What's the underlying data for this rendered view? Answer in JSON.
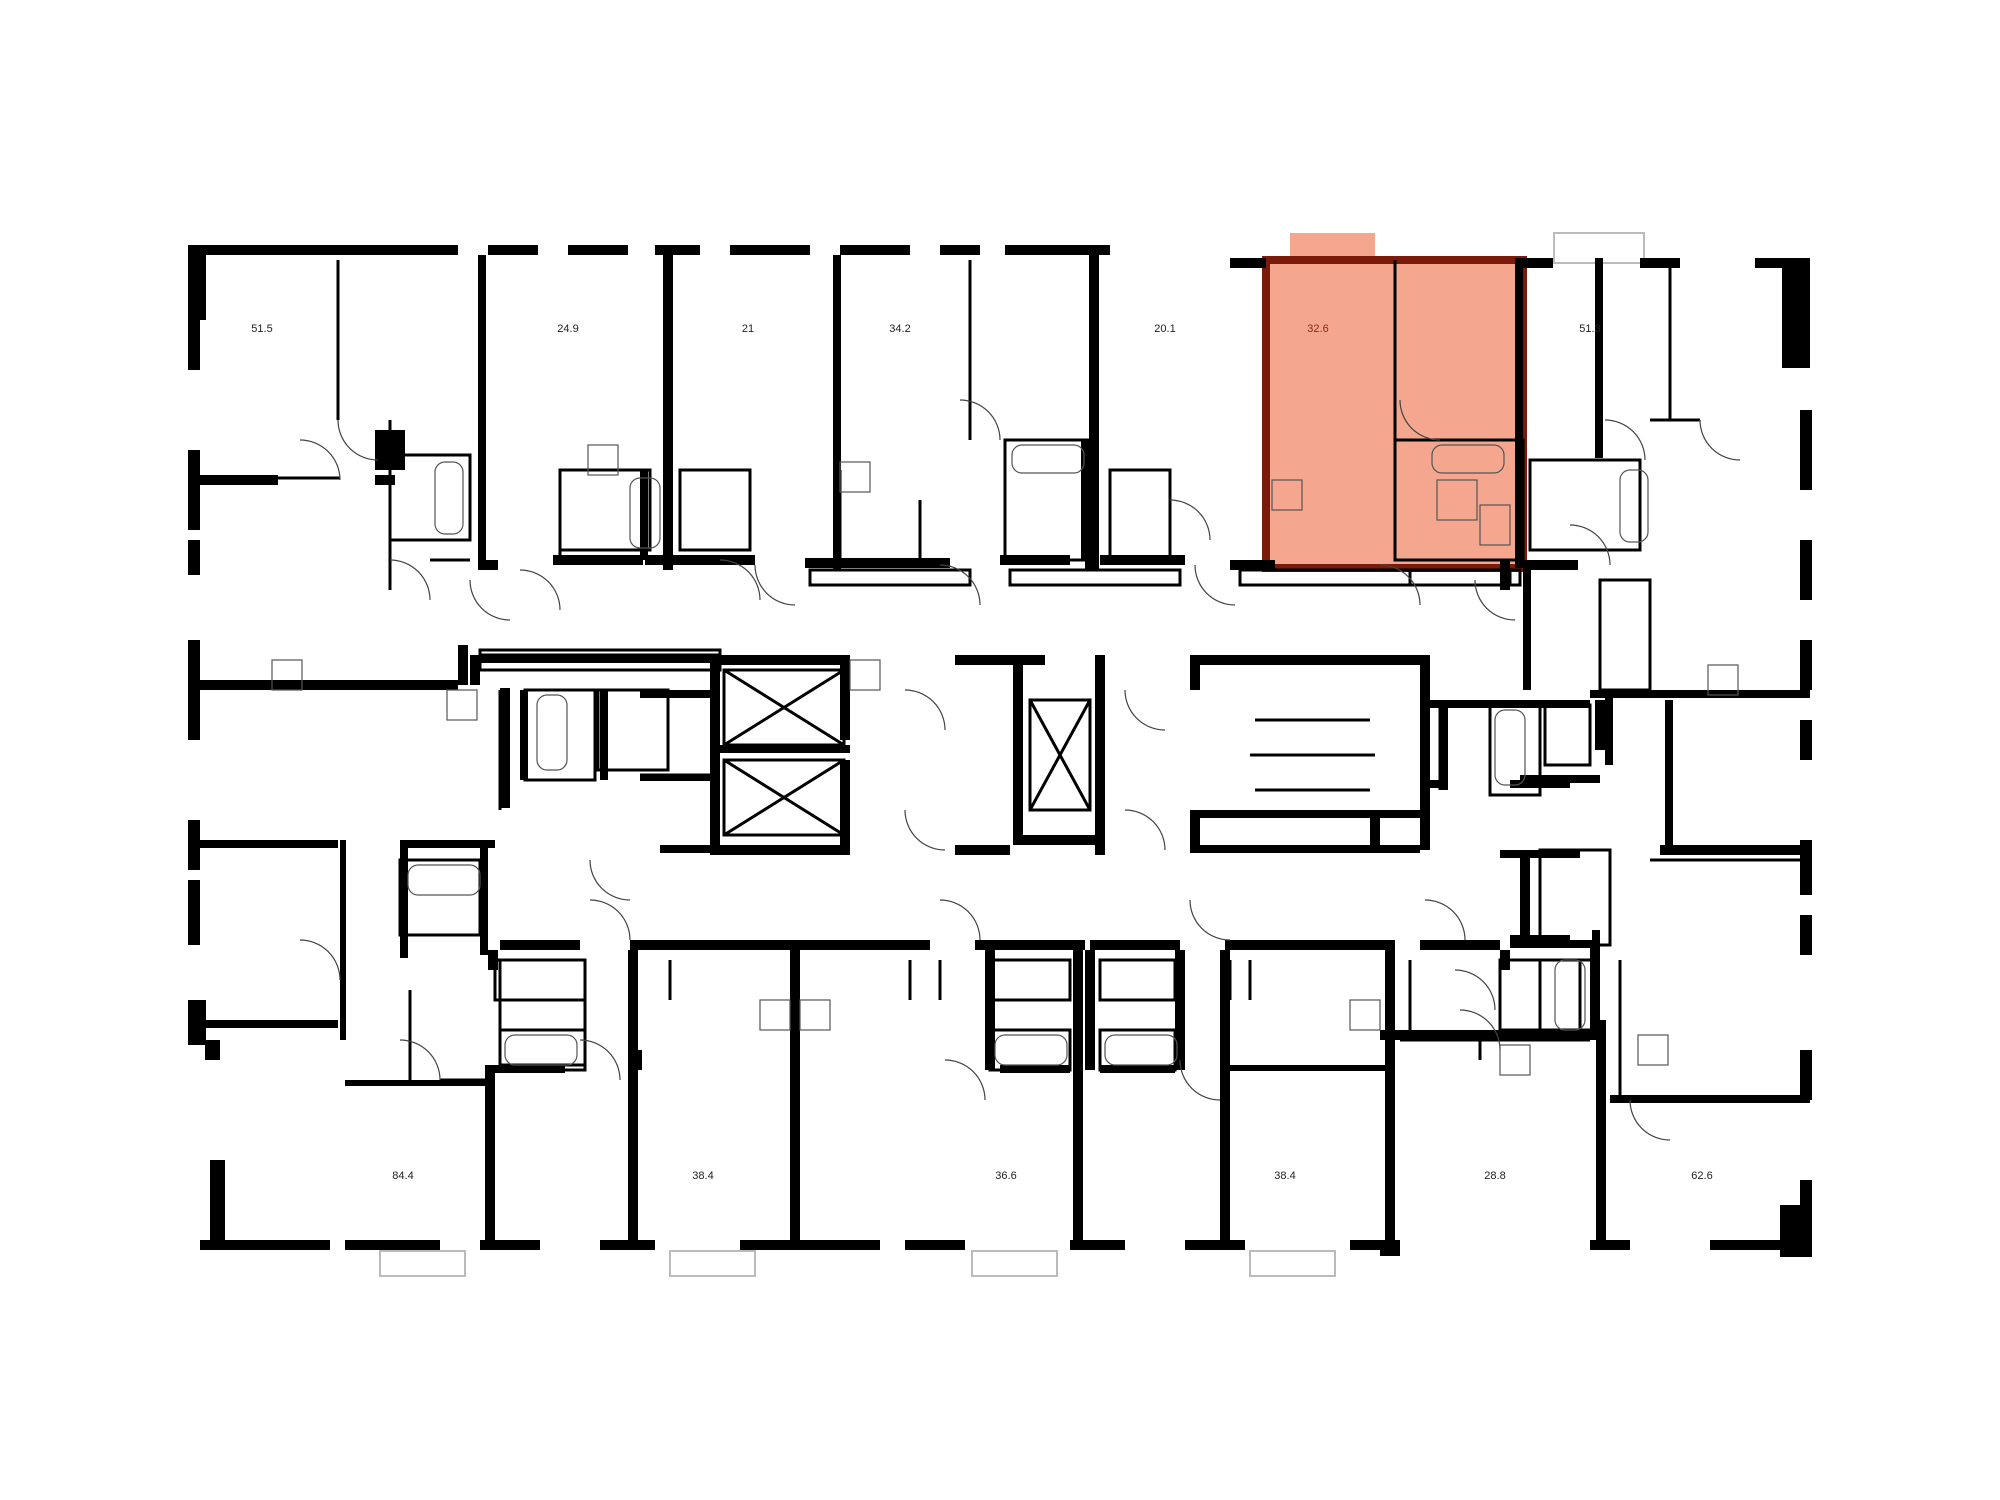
{
  "floor_plan": {
    "highlight_color": "#f08060",
    "highlight_border_color": "#7a1a0a",
    "wall_color": "#000000",
    "selected_apartment_area": "32.6",
    "apartments_top": [
      {
        "area": "51.5"
      },
      {
        "area": "24.9"
      },
      {
        "area": "21"
      },
      {
        "area": "34.2"
      },
      {
        "area": "20.1"
      },
      {
        "area": "32.6",
        "selected": true
      },
      {
        "area": "51.3"
      }
    ],
    "apartments_bottom": [
      {
        "area": "84.4"
      },
      {
        "area": "38.4"
      },
      {
        "area": "36.6"
      },
      {
        "area": "38.4"
      },
      {
        "area": "28.8"
      },
      {
        "area": "62.6"
      }
    ]
  }
}
